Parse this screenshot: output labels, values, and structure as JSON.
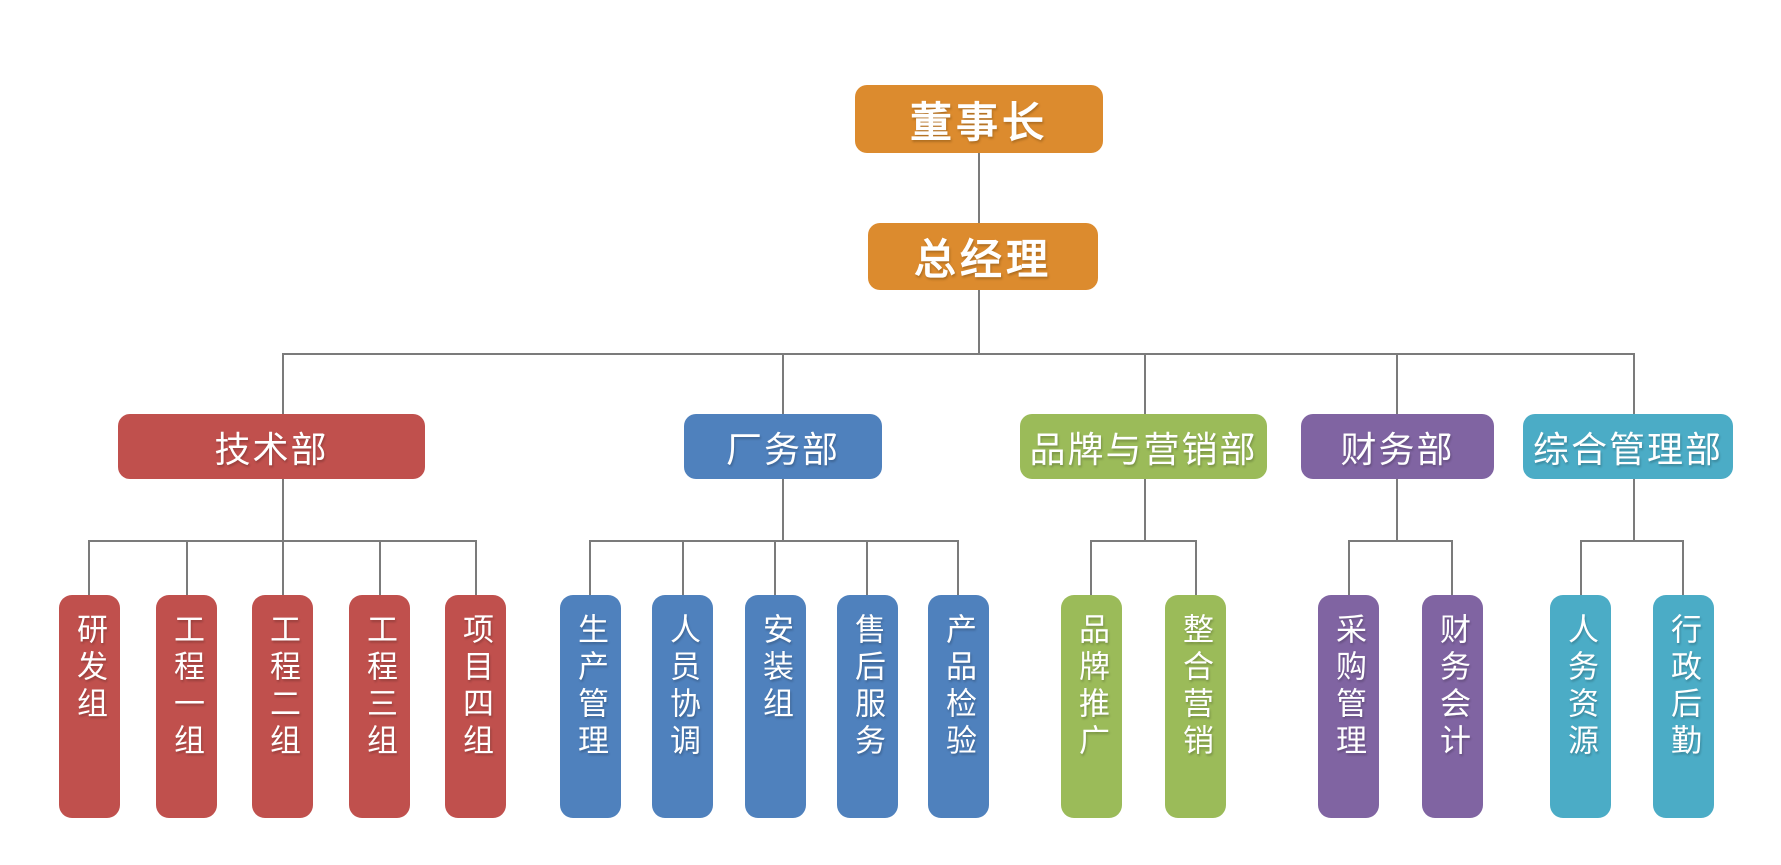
{
  "canvas": {
    "background": "#FFFFFF"
  },
  "palette": {
    "orange": "#DC8B2E",
    "red": "#C0504D",
    "blue": "#4F81BD",
    "green": "#9BBB59",
    "purple": "#8064A2",
    "teal": "#4BACC6",
    "connector": "#7B7B7B",
    "label_text": "#FFFFFF"
  },
  "executives": {
    "chairman": {
      "label": "董事长",
      "color": "#DC8B2E"
    },
    "general_manager": {
      "label": "总经理",
      "color": "#DC8B2E"
    }
  },
  "departments": [
    {
      "label": "技术部",
      "color": "#C0504D",
      "children": [
        "研发组",
        "工程一组",
        "工程二组",
        "工程三组",
        "项目四组"
      ]
    },
    {
      "label": "厂务部",
      "color": "#4F81BD",
      "children": [
        "生产管理",
        "人员协调",
        "安装组",
        "售后服务",
        "产品检验"
      ]
    },
    {
      "label": "品牌与营销部",
      "color": "#9BBB59",
      "children": [
        "品牌推广",
        "整合营销"
      ]
    },
    {
      "label": "财务部",
      "color": "#8064A2",
      "children": [
        "采购管理",
        "财务会计"
      ]
    },
    {
      "label": "综合管理部",
      "color": "#4BACC6",
      "children": [
        "人务资源",
        "行政后勤"
      ]
    }
  ]
}
